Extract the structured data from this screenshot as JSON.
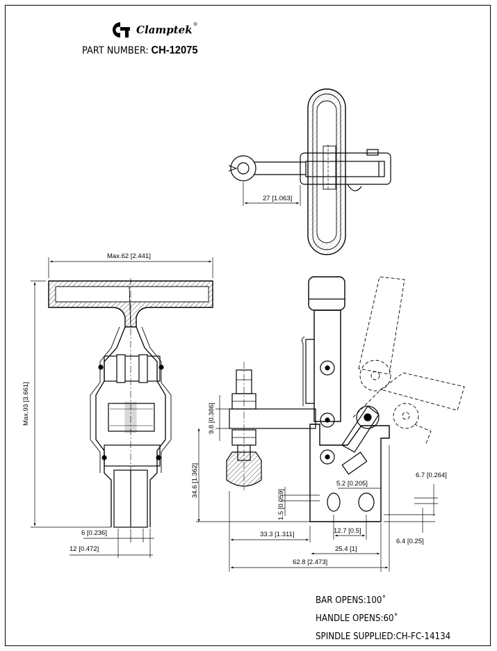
{
  "logo": {
    "brand": "Clamptek",
    "mark": "®"
  },
  "part": {
    "label": "PART NUMBER:",
    "value": "CH-12075"
  },
  "dimensions": {
    "top_27": "27 [1.063]",
    "max_62": "Max.62 [2.441]",
    "max_93": "Max.93 [3.661]",
    "d_6": "6 [0.236]",
    "d_12": "12 [0.472]",
    "d_9_8": "9.8 [0.386]",
    "d_34_6": "34.6 [1.362]",
    "d_5_2": "5.2 [0.205]",
    "d_6_7": "6.7 [0.264]",
    "d_1_5": "1.5 [0.059]",
    "d_33_3": "33.3 [1.311]",
    "d_12_7": "12.7 [0.5]",
    "d_25_4": "25.4 [1]",
    "d_6_4": "6.4 [0.25]",
    "d_62_8": "62.8 [2.473]"
  },
  "notes": {
    "bar_opens": "BAR OPENS:100˚",
    "handle_opens": "HANDLE OPENS:60˚",
    "spindle": "SPINDLE SUPPLIED:CH-FC-14134"
  }
}
